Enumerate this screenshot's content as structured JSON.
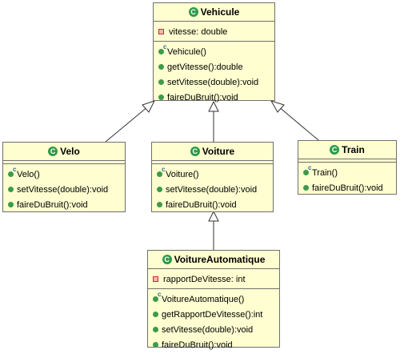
{
  "classes": {
    "vehicule": {
      "name": "Vehicule",
      "fields": [
        "vitesse: double"
      ],
      "methods": [
        {
          "label": "Vehicule()",
          "ctor": true
        },
        {
          "label": "getVitesse():double",
          "ctor": false
        },
        {
          "label": "setVitesse(double):void",
          "ctor": false
        },
        {
          "label": "faireDuBruit():void",
          "ctor": false
        }
      ]
    },
    "velo": {
      "name": "Velo",
      "fields": [],
      "methods": [
        {
          "label": "Velo()",
          "ctor": true
        },
        {
          "label": "setVitesse(double):void",
          "ctor": false
        },
        {
          "label": "faireDuBruit():void",
          "ctor": false
        }
      ]
    },
    "voiture": {
      "name": "Voiture",
      "fields": [],
      "methods": [
        {
          "label": "Voiture()",
          "ctor": true
        },
        {
          "label": "setVitesse(double):void",
          "ctor": false
        },
        {
          "label": "faireDuBruit():void",
          "ctor": false
        }
      ]
    },
    "train": {
      "name": "Train",
      "fields": [],
      "methods": [
        {
          "label": "Train()",
          "ctor": true
        },
        {
          "label": "faireDuBruit():void",
          "ctor": false
        }
      ]
    },
    "voitureAutomatique": {
      "name": "VoitureAutomatique",
      "fields": [
        "rapportDeVitesse: int"
      ],
      "methods": [
        {
          "label": "VoitureAutomatique()",
          "ctor": true
        },
        {
          "label": "getRapportDeVitesse():int",
          "ctor": false
        },
        {
          "label": "setVitesse(double):void",
          "ctor": false
        },
        {
          "label": "faireDuBruit():void",
          "ctor": false
        }
      ]
    }
  },
  "class_icon_glyph": "C",
  "colors": {
    "class_fill": "#fefed0",
    "border": "#707070",
    "class_icon": "#2e9a49",
    "field_icon": "#c53030"
  }
}
